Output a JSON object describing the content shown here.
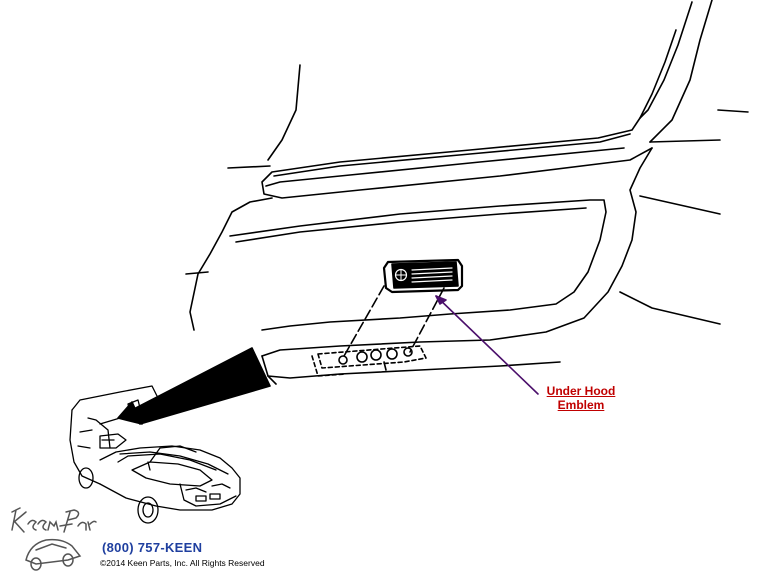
{
  "callout": {
    "line1": "Under Hood",
    "line2": "Emblem",
    "color": "#c00000"
  },
  "brand": {
    "logo_text": "Keen Parts",
    "phone": "(800) 757-KEEN",
    "copyright": "©2014 Keen Parts, Inc. All Rights Reserved",
    "phone_color": "#1f3f9f"
  },
  "pointer_color": "#4b0f6b"
}
